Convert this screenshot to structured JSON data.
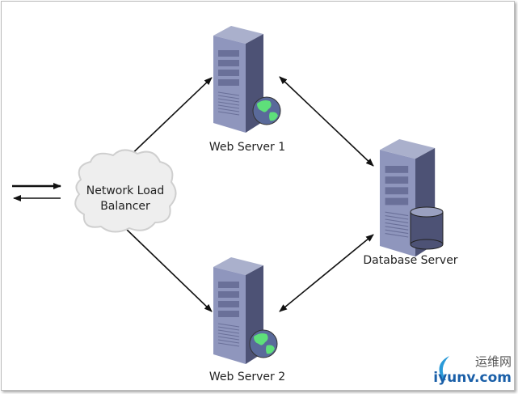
{
  "nodes": {
    "load_balancer": {
      "line1": "Network Load",
      "line2": "Balancer"
    },
    "web_server_1": {
      "label": "Web Server 1"
    },
    "web_server_2": {
      "label": "Web Server 2"
    },
    "database_server": {
      "label": "Database Server"
    }
  },
  "watermark": {
    "chinese": "运维网",
    "domain": "iyunv.com"
  },
  "colors": {
    "server": "#7a80a8",
    "arrow": "#111111",
    "globe_land": "#5ee07a",
    "globe_sea": "#5a6a9a"
  }
}
